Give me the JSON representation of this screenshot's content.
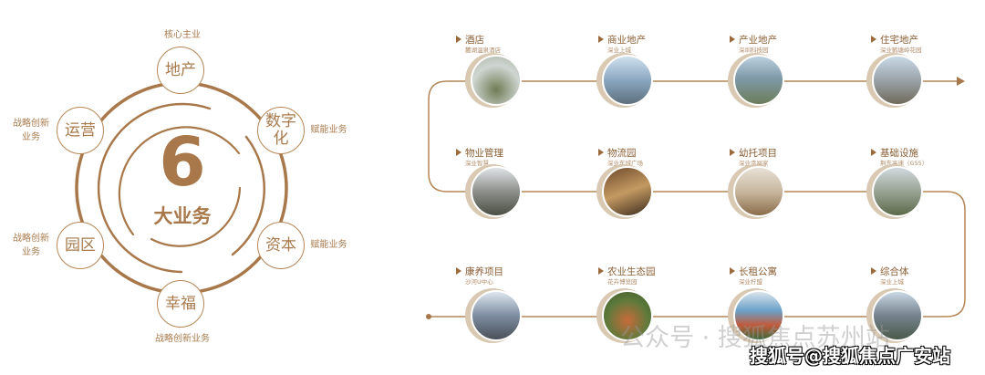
{
  "diagram": {
    "center_number": "6",
    "center_label": "大业务",
    "segments": [
      {
        "name": "地产",
        "label": "核心主业"
      },
      {
        "name": "数字化",
        "label": "赋能业务"
      },
      {
        "name": "资本",
        "label": "赋能业务"
      },
      {
        "name": "幸福",
        "label": "战略创新业务"
      },
      {
        "name": "园区",
        "label": "战略创新业务"
      },
      {
        "name": "运营",
        "label": "战略创新业务"
      }
    ]
  },
  "timeline": {
    "items": [
      {
        "title": "酒店",
        "subtitle": "麓湖温泉酒店"
      },
      {
        "title": "商业地产",
        "subtitle": "深业上城"
      },
      {
        "title": "产业地产",
        "subtitle": "深圳科技园"
      },
      {
        "title": "住宅地产",
        "subtitle": "深业鹤塘岭花园"
      },
      {
        "title": "物业管理",
        "subtitle": "深业智慧"
      },
      {
        "title": "物流园",
        "subtitle": "深业车城广场"
      },
      {
        "title": "幼托项目",
        "subtitle": "深业幸福家"
      },
      {
        "title": "基础设施",
        "subtitle": "荆东高速（G55）"
      },
      {
        "title": "康养项目",
        "subtitle": "沙河U中心"
      },
      {
        "title": "农业生态园",
        "subtitle": "花卉博览园"
      },
      {
        "title": "长租公寓",
        "subtitle": "深业柠盟"
      },
      {
        "title": "综合体",
        "subtitle": "深业上城"
      }
    ]
  },
  "watermark": {
    "faded": "公众号 · 搜狐焦点苏州站",
    "main": "搜狐号@搜狐焦点广安站"
  },
  "colors": {
    "accent": "#a8784a",
    "crescent": "#d9c9b2"
  }
}
